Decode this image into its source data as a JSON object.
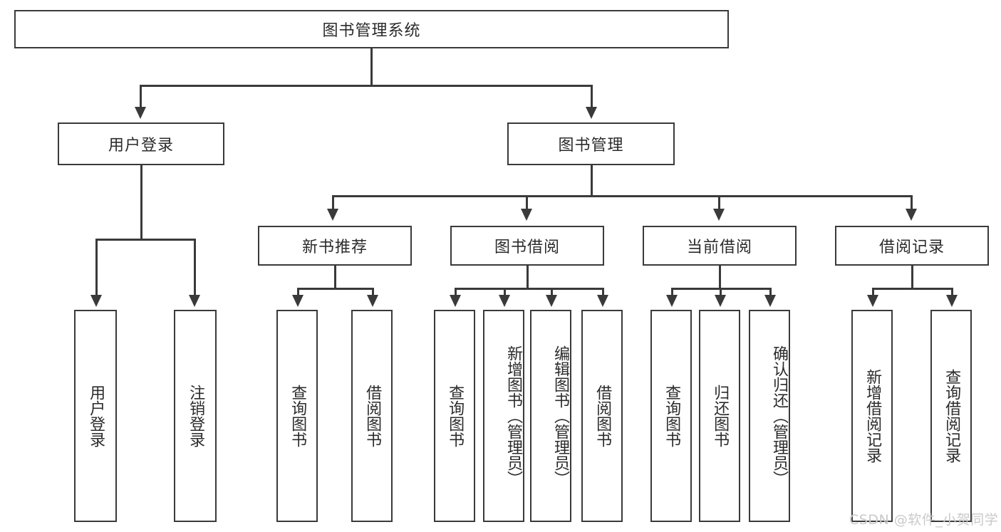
{
  "diagram": {
    "title": "图书管理系统",
    "type": "tree-hierarchy-chart",
    "root": {
      "label": "图书管理系统"
    },
    "level1": [
      {
        "label": "用户登录"
      },
      {
        "label": "图书管理"
      }
    ],
    "level2": [
      {
        "label": "新书推荐"
      },
      {
        "label": "图书借阅"
      },
      {
        "label": "当前借阅"
      },
      {
        "label": "借阅记录"
      }
    ],
    "leaves_user_login": [
      {
        "label": "用户登录"
      },
      {
        "label": "注销登录"
      }
    ],
    "leaves_new_book": [
      {
        "label": "查询图书"
      },
      {
        "label": "借阅图书"
      }
    ],
    "leaves_book_borrow": [
      {
        "label": "查询图书"
      },
      {
        "label": "新增图书（管理员）"
      },
      {
        "label": "编辑图书（管理员）"
      },
      {
        "label": "借阅图书"
      }
    ],
    "leaves_current_borrow": [
      {
        "label": "查询图书"
      },
      {
        "label": "归还图书"
      },
      {
        "label": "确认归还（管理员）"
      }
    ],
    "leaves_borrow_record": [
      {
        "label": "新增借阅记录"
      },
      {
        "label": "查询借阅记录"
      }
    ]
  },
  "watermark": {
    "text": "CSDN @软件_小贺同学"
  },
  "colors": {
    "stroke": "#3a3a3a",
    "text": "#2b2b2b",
    "background": "#ffffff",
    "watermark": "#c9c9c9"
  }
}
